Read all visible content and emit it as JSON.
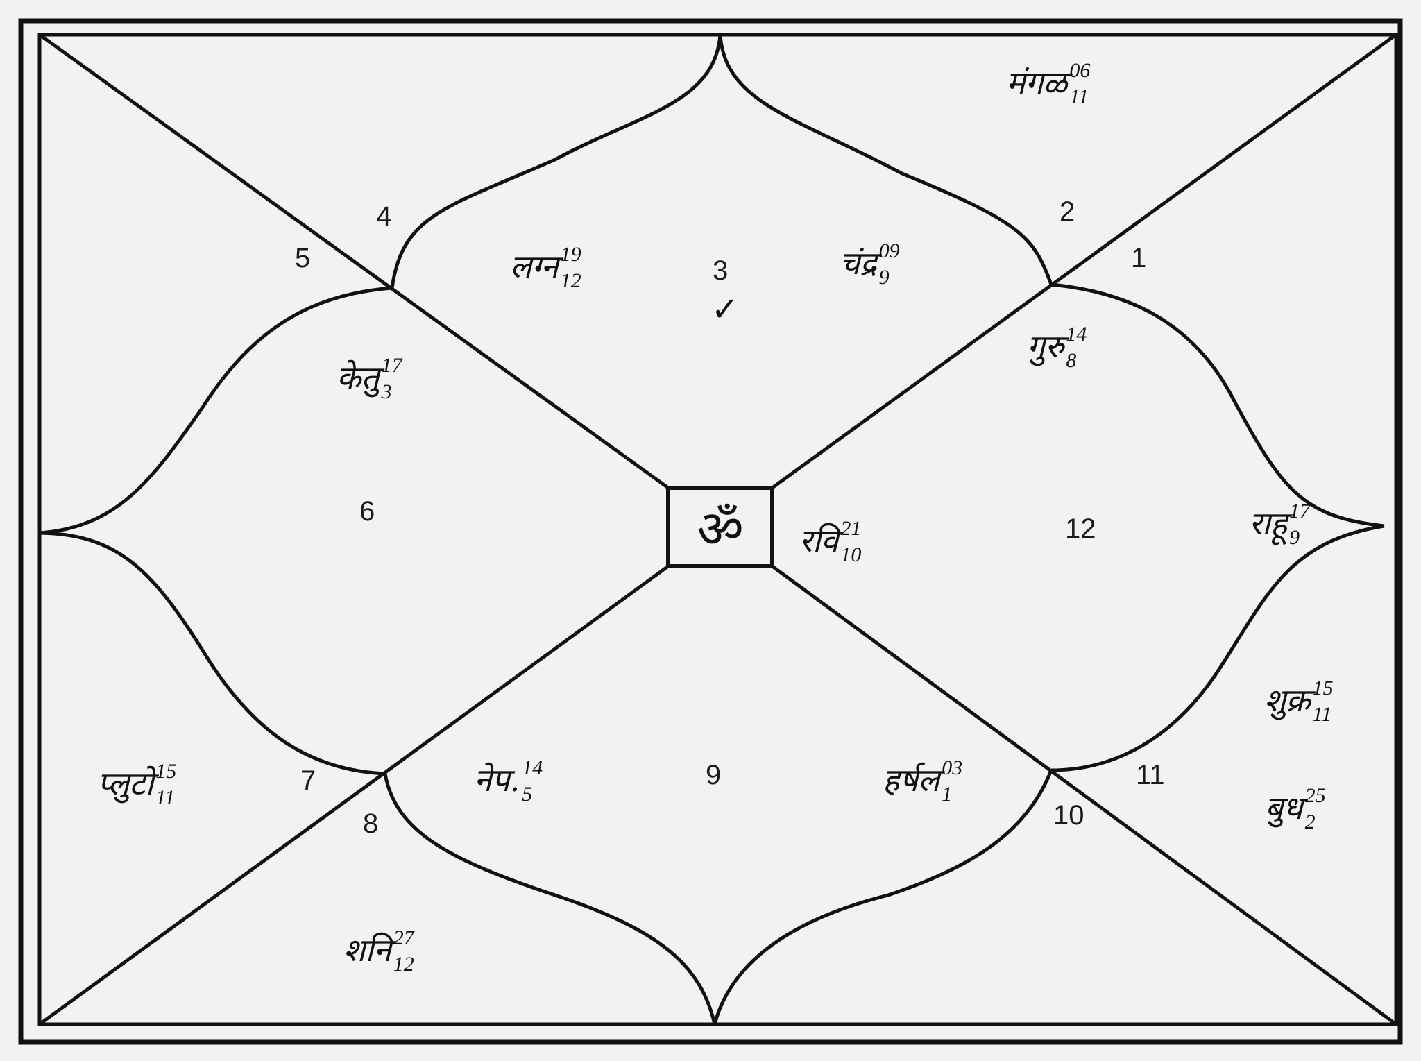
{
  "center_symbol": "ॐ",
  "check_mark": "✓",
  "houses": [
    {
      "id": "h1",
      "number": "1"
    },
    {
      "id": "h2",
      "number": "2"
    },
    {
      "id": "h3",
      "number": "3"
    },
    {
      "id": "h4",
      "number": "4"
    },
    {
      "id": "h5",
      "number": "5"
    },
    {
      "id": "h6",
      "number": "6"
    },
    {
      "id": "h7",
      "number": "7"
    },
    {
      "id": "h8",
      "number": "8"
    },
    {
      "id": "h9",
      "number": "9"
    },
    {
      "id": "h10",
      "number": "10"
    },
    {
      "id": "h11",
      "number": "11"
    },
    {
      "id": "h12",
      "number": "12"
    }
  ],
  "planets": [
    {
      "id": "mangal",
      "name": "मंगळ",
      "sup": "06",
      "sub": "11"
    },
    {
      "id": "lagna",
      "name": "लग्न",
      "sup": "19",
      "sub": "12"
    },
    {
      "id": "chandra",
      "name": "चंद्र",
      "sup": "09",
      "sub": "9"
    },
    {
      "id": "guru",
      "name": "गुरु",
      "sup": "14",
      "sub": "8"
    },
    {
      "id": "ketu",
      "name": "केतु",
      "sup": "17",
      "sub": "3"
    },
    {
      "id": "ravi",
      "name": "रवि",
      "sup": "21",
      "sub": "10"
    },
    {
      "id": "rahu",
      "name": "राहू",
      "sup": "17",
      "sub": "9"
    },
    {
      "id": "shukra",
      "name": "शुक्र",
      "sup": "15",
      "sub": "11"
    },
    {
      "id": "pluto",
      "name": "प्लुटो",
      "sup": "15",
      "sub": "11"
    },
    {
      "id": "nep",
      "name": "नेप.",
      "sup": "14",
      "sub": "5"
    },
    {
      "id": "harshal",
      "name": "हर्षल",
      "sup": "03",
      "sub": "1"
    },
    {
      "id": "budh",
      "name": "बुध",
      "sup": "25",
      "sub": "2"
    },
    {
      "id": "shani",
      "name": "शनि",
      "sup": "27",
      "sub": "12"
    }
  ]
}
